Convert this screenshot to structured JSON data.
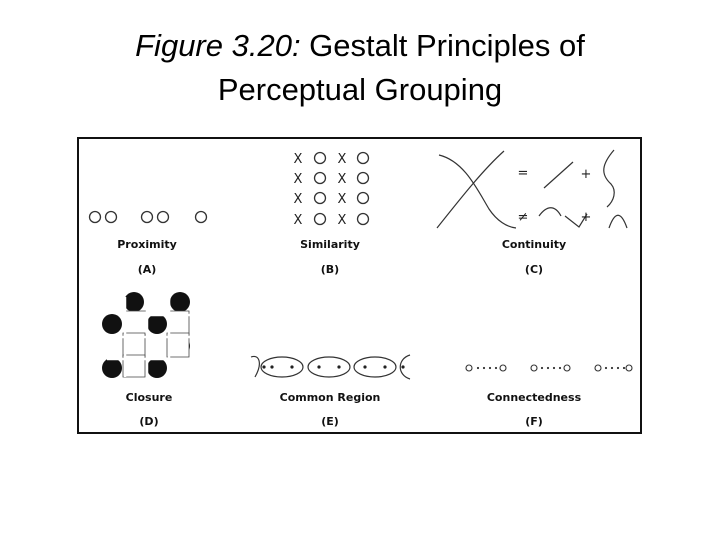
{
  "slide": {
    "title_italic": "Figure 3.20:",
    "title_rest": " Gestalt Principles of",
    "title_line2": "Perceptual Grouping"
  },
  "panels": [
    {
      "name": "Proximity",
      "letter": "(A)"
    },
    {
      "name": "Similarity",
      "letter": "(B)"
    },
    {
      "name": "Continuity",
      "letter": "(C)"
    },
    {
      "name": "Closure",
      "letter": "(D)"
    },
    {
      "name": "Common Region",
      "letter": "(E)"
    },
    {
      "name": "Connectedness",
      "letter": "(F)"
    }
  ],
  "similarity_grid": {
    "symbol_x": "X",
    "rows": 4
  },
  "continuity_symbols": {
    "equals": "=",
    "not_equals": "≠",
    "plus": "+"
  }
}
